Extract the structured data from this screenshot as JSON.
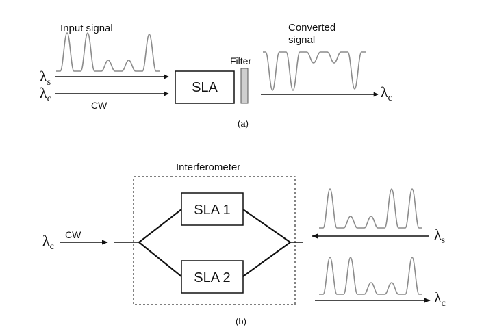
{
  "panel_a": {
    "input_signal_label": "Input signal",
    "converted_label_line1": "Converted",
    "converted_label_line2": "signal",
    "filter_label": "Filter",
    "sla_label": "SLA",
    "cw_label": "CW",
    "lambda_symbol": "λ",
    "sub_s": "s",
    "sub_c": "c",
    "caption": "(a)"
  },
  "panel_b": {
    "interferometer_label": "Interferometer",
    "sla1_label": "SLA 1",
    "sla2_label": "SLA 2",
    "cw_label": "CW",
    "lambda_symbol": "λ",
    "sub_s": "s",
    "sub_c": "c",
    "caption": "(b)"
  },
  "colors": {
    "line": "#111111",
    "pulse": "#8c8c8c",
    "filter_fill": "#cfcfcf",
    "dashed_box": "#333333"
  }
}
